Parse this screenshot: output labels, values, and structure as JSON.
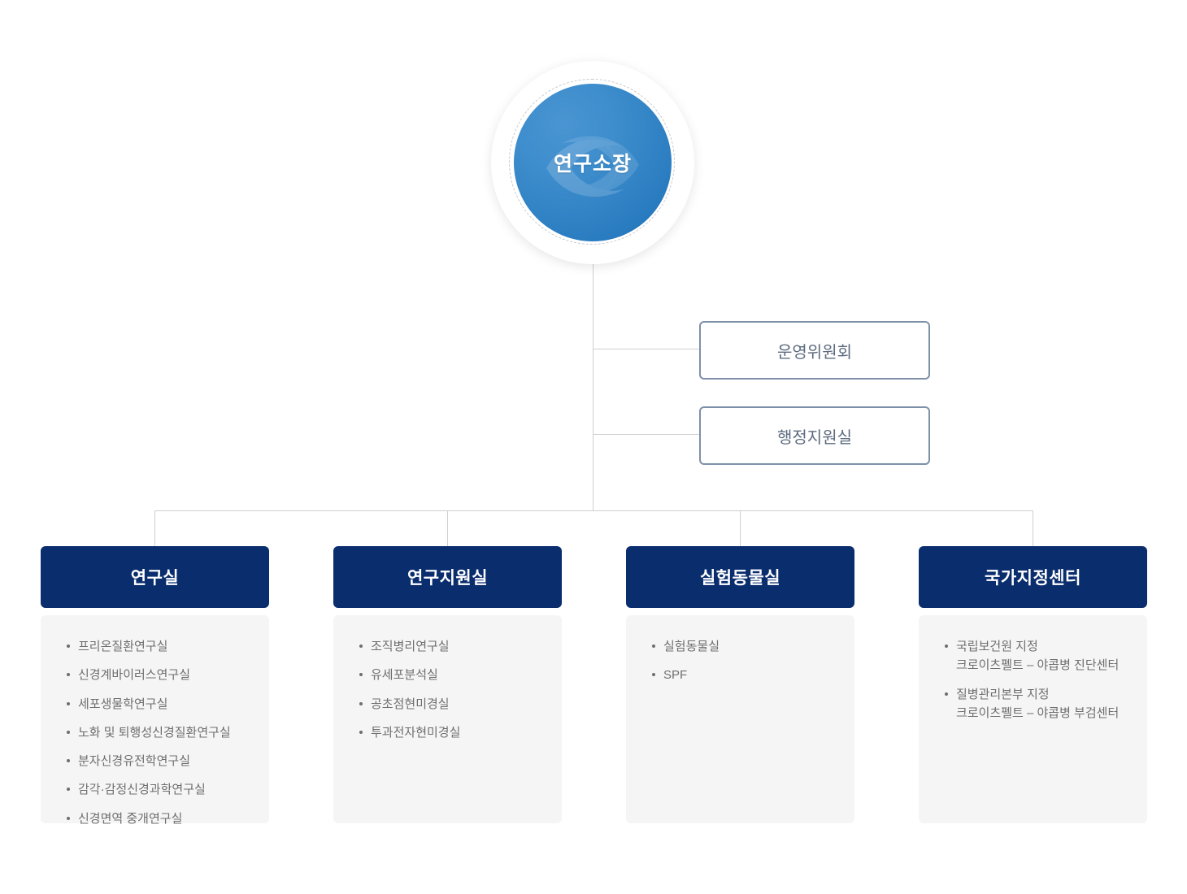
{
  "root": {
    "label": "연구소장",
    "icon": "institute-wave-logo-watermark"
  },
  "side_boxes": [
    {
      "label": "운영위원회"
    },
    {
      "label": "행정지원실"
    }
  ],
  "columns": [
    {
      "title": "연구실",
      "items": [
        {
          "line1": "프리온질환연구실"
        },
        {
          "line1": "신경계바이러스연구실"
        },
        {
          "line1": "세포생물학연구실"
        },
        {
          "line1": "노화 및 퇴행성신경질환연구실"
        },
        {
          "line1": "분자신경유전학연구실"
        },
        {
          "line1": "감각·감정신경과학연구실"
        },
        {
          "line1": "신경면역 중개연구실"
        }
      ]
    },
    {
      "title": "연구지원실",
      "items": [
        {
          "line1": "조직병리연구실"
        },
        {
          "line1": "유세포분석실"
        },
        {
          "line1": "공초점현미경실"
        },
        {
          "line1": "투과전자현미경실"
        }
      ]
    },
    {
      "title": "실험동물실",
      "items": [
        {
          "line1": "실험동물실"
        },
        {
          "line1": "SPF"
        }
      ]
    },
    {
      "title": "국가지정센터",
      "items": [
        {
          "line1": "국립보건원 지정",
          "line2": "크로이츠펠트 – 야콥병 진단센터"
        },
        {
          "line1": "질병관리본부 지정",
          "line2": "크로이츠펠트 – 야콥병 부검센터"
        }
      ]
    }
  ],
  "colors": {
    "header_navy": "#0a2d6e",
    "panel_gray": "#f5f5f5",
    "side_border": "#7e90a8",
    "side_text": "#5d6b80",
    "connector": "#cfcfcf",
    "root_blue": "#3b8bcb",
    "item_text": "#6e6e6e"
  }
}
